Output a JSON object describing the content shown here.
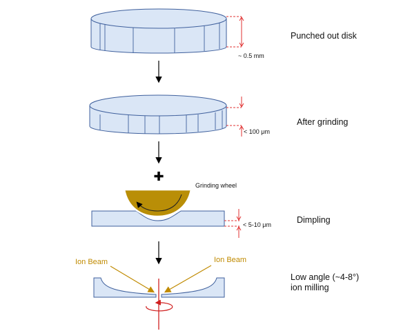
{
  "stages": {
    "punched": {
      "label": "Punched out disk",
      "thickness": "~ 0.5 mm"
    },
    "grinding": {
      "label": "After grinding",
      "thickness": "< 100 μm"
    },
    "wheel": {
      "label": "Grinding wheel"
    },
    "dimpling": {
      "label": "Dimpling",
      "thickness": "< 5-10 μm"
    },
    "milling": {
      "label_line1": "Low angle (~4-8°)",
      "label_line2": "ion milling"
    }
  },
  "ion_beam": {
    "left_label": "Ion Beam",
    "right_label": "Ion Beam"
  },
  "colors": {
    "disk_fill": "#dae6f6",
    "disk_stroke": "#3e5f9c",
    "wheel_fill": "#b98e07",
    "ion_label": "#c08a00",
    "thickness_marker": "#e03030",
    "axis": "#d02020"
  }
}
